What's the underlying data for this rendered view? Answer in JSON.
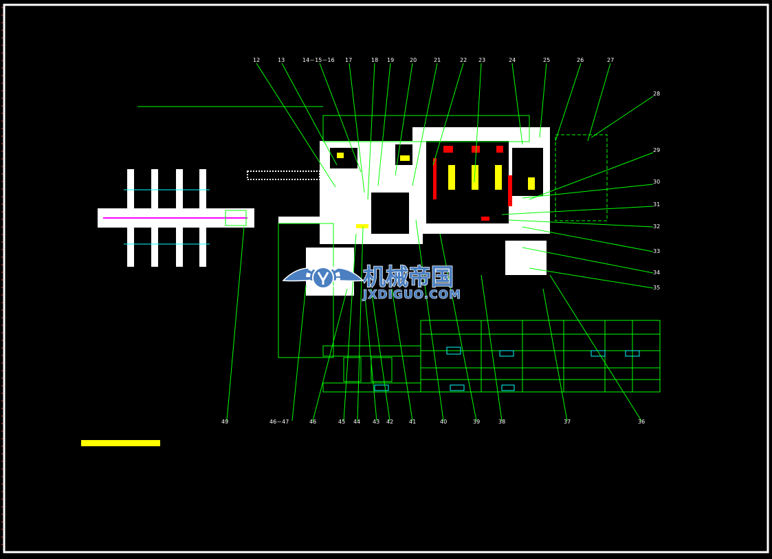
{
  "drawing": {
    "callouts_top": [
      "12",
      "13",
      "14－15－16",
      "17",
      "18",
      "19",
      "20",
      "21",
      "22",
      "23",
      "24",
      "25",
      "26",
      "27"
    ],
    "callouts_right": [
      "28",
      "29",
      "30",
      "31",
      "32",
      "33",
      "34",
      "35"
    ],
    "callouts_bottom": [
      "49",
      "46－47",
      "46",
      "45",
      "44",
      "43",
      "42",
      "41",
      "40",
      "39",
      "38",
      "37",
      "36"
    ],
    "watermark": {
      "cn": "机械帝国",
      "en": "JXDIGUO.COM"
    }
  },
  "colors": {
    "frame": "#ffffff",
    "leader": "#00ff00",
    "aux": "#00ffff",
    "label": "#ffffff",
    "highlight": "#ffff00",
    "magenta": "#ff00ff",
    "red": "#ff0000",
    "logo": "#4a7fc1"
  }
}
